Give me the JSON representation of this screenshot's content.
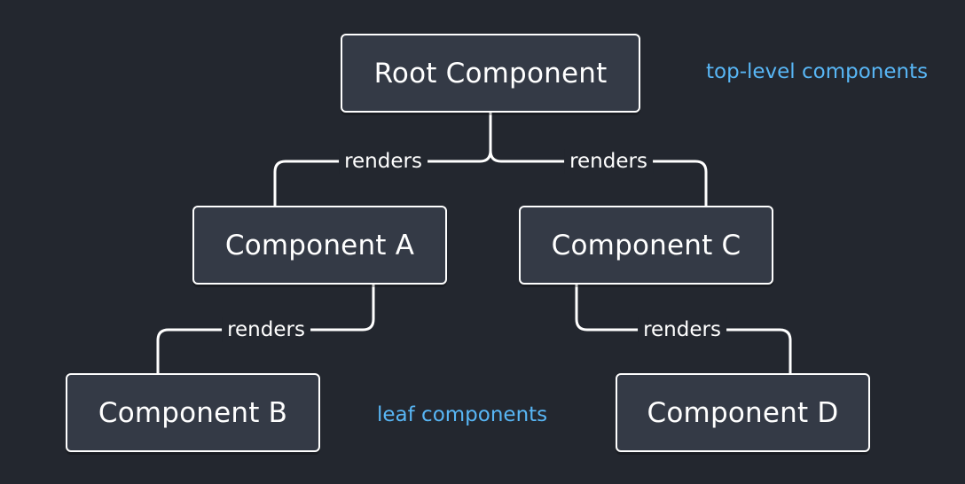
{
  "diagram": {
    "nodes": {
      "root": "Root Component",
      "a": "Component A",
      "b": "Component B",
      "c": "Component C",
      "d": "Component D"
    },
    "edges": {
      "root_a": "renders",
      "root_c": "renders",
      "a_b": "renders",
      "c_d": "renders"
    },
    "annotations": {
      "top": "top-level components",
      "leaf": "leaf components"
    }
  },
  "colors": {
    "background": "#23272f",
    "node_fill": "#343a46",
    "node_border": "#ffffff",
    "line": "#ffffff",
    "accent": "#58b6f5"
  }
}
